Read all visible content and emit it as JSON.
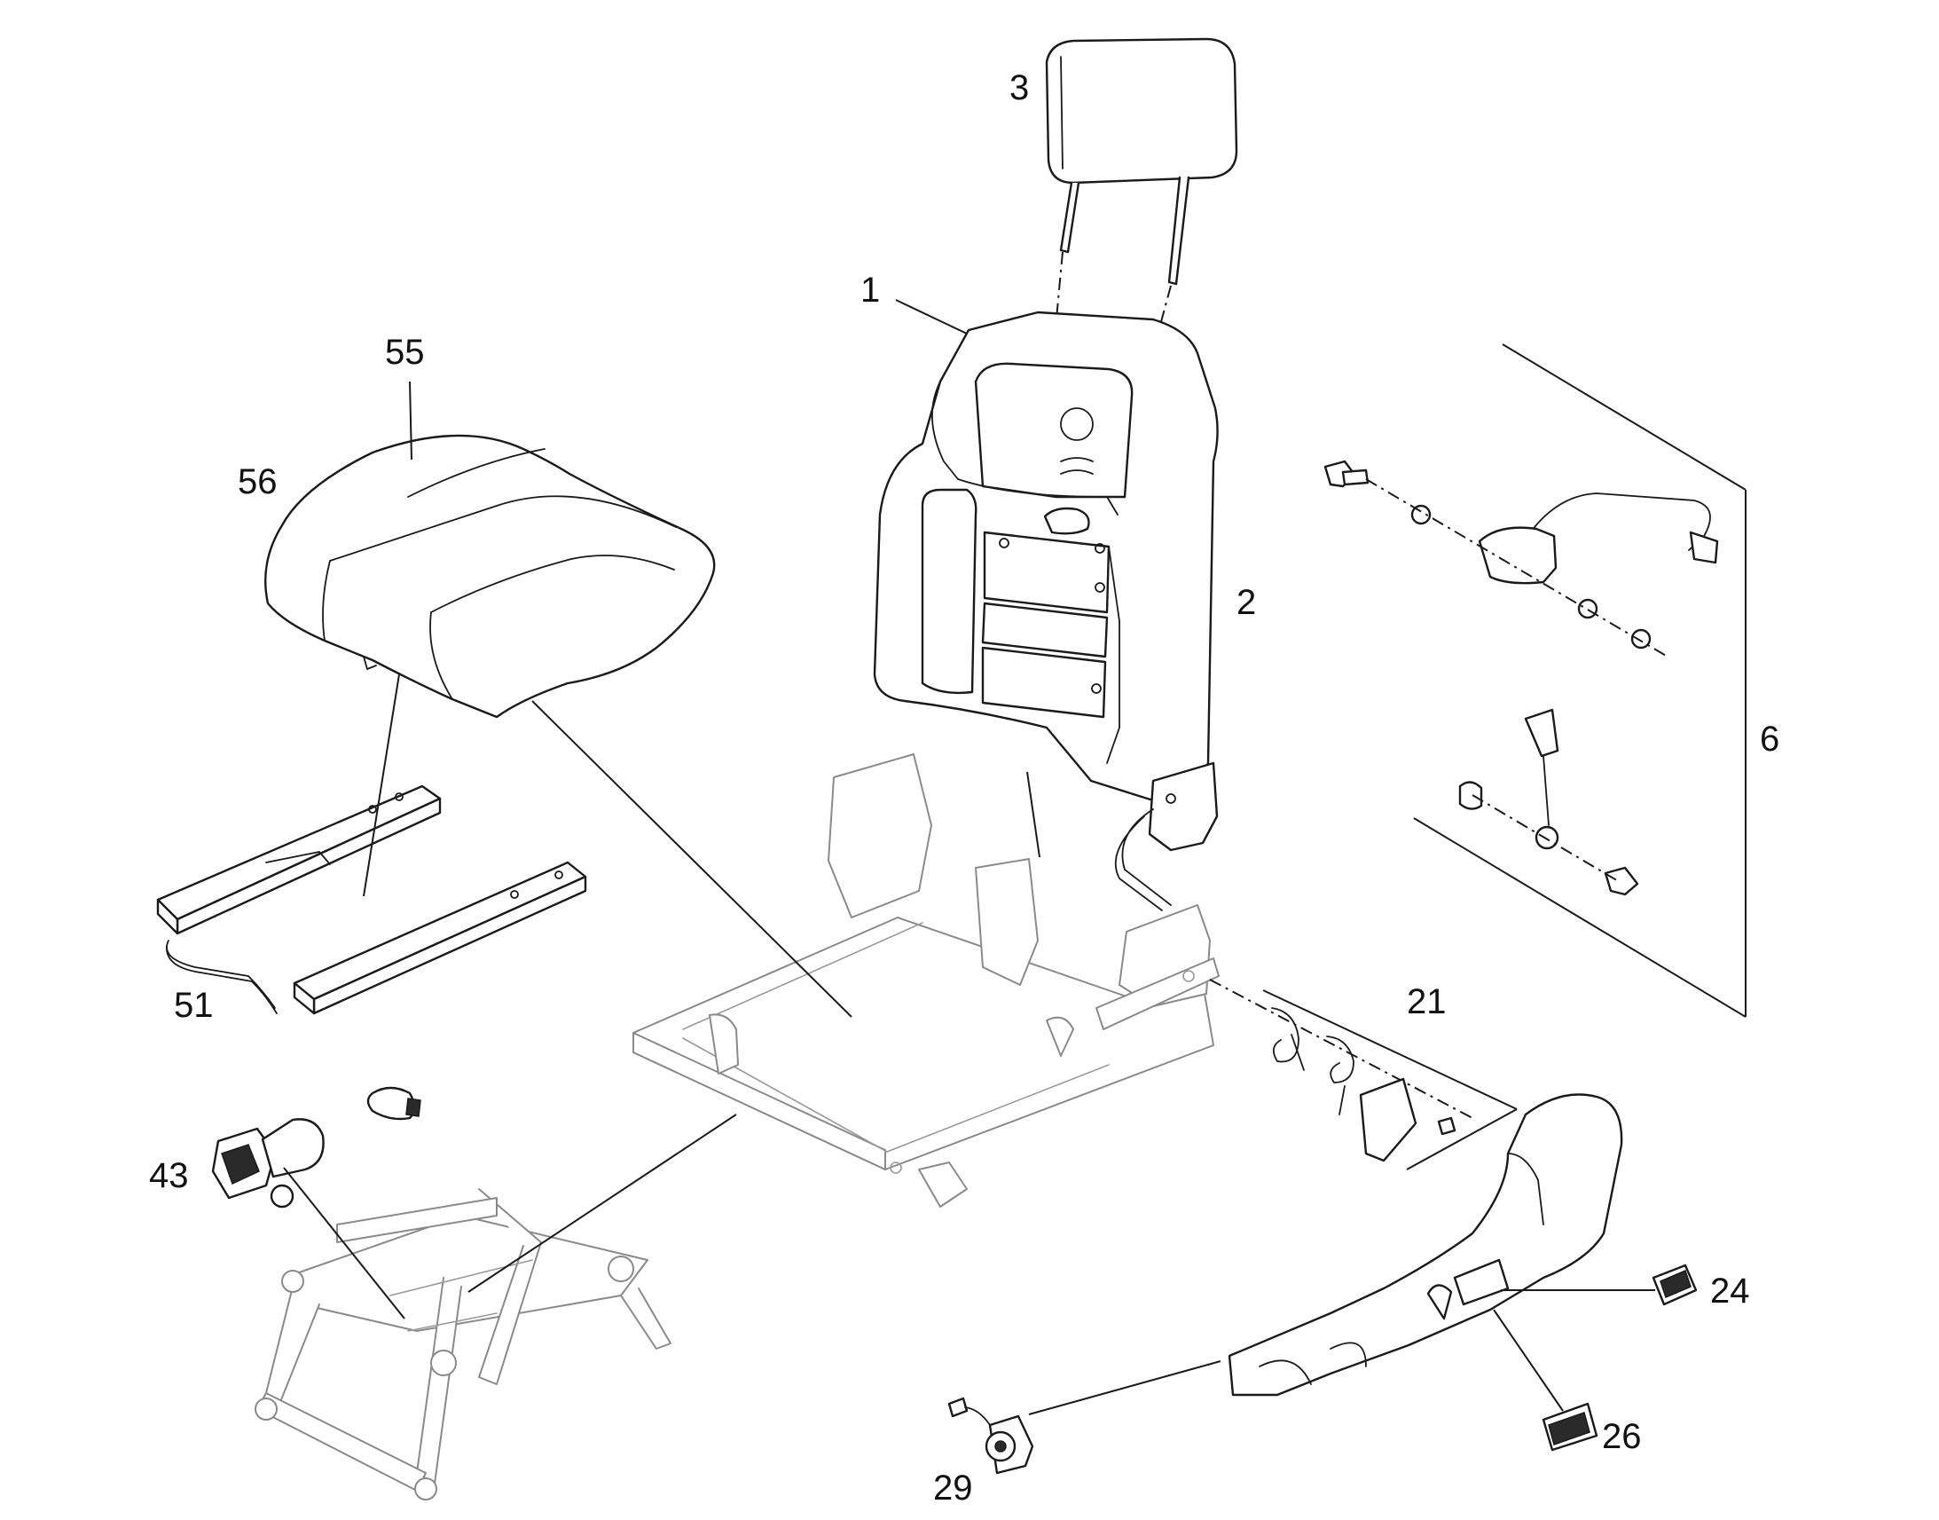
{
  "colors": {
    "ink": "#1a1a1a",
    "ghost": "#8a8a8a",
    "background": "#ffffff"
  },
  "callouts": [
    {
      "id": "3",
      "label": "3"
    },
    {
      "id": "1",
      "label": "1"
    },
    {
      "id": "55",
      "label": "55"
    },
    {
      "id": "56",
      "label": "56"
    },
    {
      "id": "2",
      "label": "2"
    },
    {
      "id": "6",
      "label": "6"
    },
    {
      "id": "51",
      "label": "51"
    },
    {
      "id": "21",
      "label": "21"
    },
    {
      "id": "43",
      "label": "43"
    },
    {
      "id": "24",
      "label": "24"
    },
    {
      "id": "26",
      "label": "26"
    },
    {
      "id": "29",
      "label": "29"
    }
  ],
  "parts": {
    "headrest": "headrest-icon",
    "backrest": "backrest-icon",
    "cushion": "seat-cushion-icon",
    "rails": "seat-rail-icon",
    "frame": "seat-frame-icon",
    "lift": "scissor-lift-icon",
    "motor": "motor-icon",
    "belt": "seat-belt-icon",
    "springs": "recliner-spring-icon",
    "side_trim": "side-trim-icon",
    "switch_24": "switch-icon",
    "switch_26": "switch-icon",
    "knob_29": "knob-icon"
  }
}
